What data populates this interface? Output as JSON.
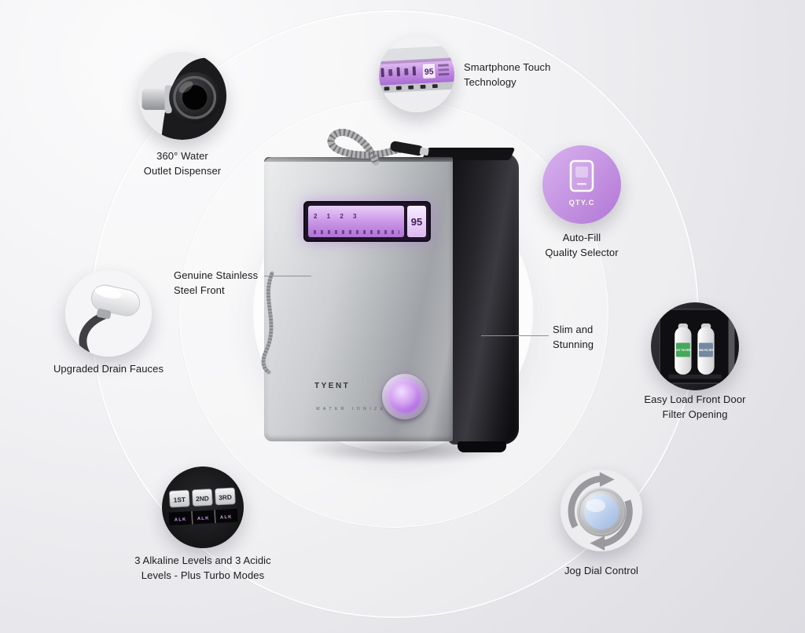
{
  "page": {
    "background_top": "#f8f8fa",
    "background_bottom": "#e1e1e5",
    "accent_purple": "#b77fd8"
  },
  "device": {
    "brand": "TYENT",
    "brand_subtitle": "WATER IONIZER",
    "lcd_sequence": "2 1 2 3",
    "lcd_value": "95"
  },
  "callouts": {
    "water_outlet": {
      "label": "360° Water\nOutlet Dispenser"
    },
    "smartphone": {
      "label": "Smartphone Touch\nTechnology",
      "lcd_value": "95"
    },
    "autofill": {
      "label": "Auto-Fill\nQuality Selector",
      "icon_text": "QTY.C"
    },
    "stainless": {
      "label": "Genuine Stainless\nSteel Front"
    },
    "drain": {
      "label": "Upgraded Drain Fauces"
    },
    "slim": {
      "label": "Slim and\nStunning"
    },
    "filter_door": {
      "label": "Easy Load Front Door\nFilter Opening",
      "filter_1": "1ST FILTER",
      "filter_2": "2ND FILTER"
    },
    "alkaline": {
      "label": "3 Alkaline Levels and 3 Acidic\nLevels - Plus Turbo Modes",
      "levels": [
        "1ST",
        "2ND",
        "3RD"
      ],
      "mode_label": "ALK"
    },
    "jog_dial": {
      "label": "Jog Dial Control"
    }
  }
}
